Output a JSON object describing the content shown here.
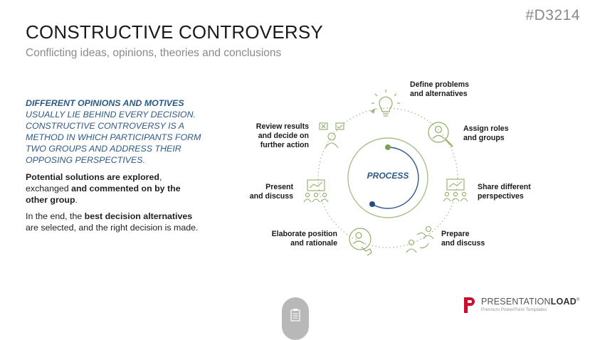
{
  "header": {
    "code": "#D3214",
    "title": "CONSTRUCTIVE CONTROVERSY",
    "subtitle": "Conflicting ideas, opinions, theories and conclusions"
  },
  "left": {
    "intro_bold": "DIFFERENT OPINIONS AND MOTIVES",
    "intro_rest": " USUALLY LIE BEHIND EVERY DECISION. CONSTRUCTIVE CONTROVERSY IS A METHOD IN WHICH PARTICIPANTS FORM TWO GROUPS AND ADDRESS THEIR OPPOSING PERSPECTIVES.",
    "p2_b1": "Potential solutions are explored",
    "p2_t1": ", exchanged ",
    "p2_b2": "and commented on by the other group",
    "p2_t2": ".",
    "p3_t1": "In the end, the ",
    "p3_b1": "best decision alternatives",
    "p3_t2": " are selected, and the right decision is made."
  },
  "cycle": {
    "center": "PROCESS",
    "steps": [
      {
        "line1": "Define problems",
        "line2": "and alternatives",
        "icon": "lightbulb-icon"
      },
      {
        "line1": "Assign roles",
        "line2": "and groups",
        "icon": "person-search-icon"
      },
      {
        "line1": "Share different",
        "line2": "perspectives",
        "icon": "presentation-group-icon"
      },
      {
        "line1": "Prepare",
        "line2": "and discuss",
        "icon": "people-discuss-icon"
      },
      {
        "line1": "Elaborate position",
        "line2": "and rationale",
        "icon": "hand-person-icon"
      },
      {
        "line1": "Present",
        "line2": "and discuss",
        "icon": "presentation-group-icon"
      },
      {
        "line1": "Review results",
        "line2": "and decide on",
        "line3": "further action",
        "icon": "decision-icon"
      }
    ]
  },
  "colors": {
    "accent_green": "#7fa05a",
    "accent_blue": "#1f4e79",
    "icon_green": "#8fae68"
  },
  "footer": {
    "brand_a": "PRESENTATION",
    "brand_b": "LOAD",
    "brand_reg": "®",
    "brand_sub": "Premium PowerPoint Templates"
  }
}
